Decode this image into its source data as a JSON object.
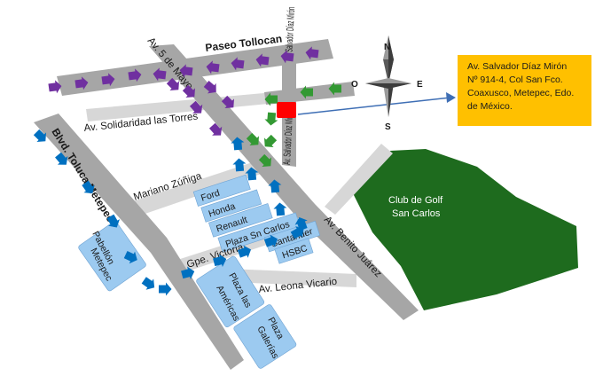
{
  "streets": {
    "paseo_tollocan": "Paseo Tollocan",
    "av_5_de_mayo": "Av. 5 de Mayo",
    "av_salvador_diaz_miron_top": "Av. Salvador Díaz Mirón",
    "av_salvador_diaz_miron_bottom": "Av. Salvador Díaz Mirón",
    "av_solidaridad": "Av. Solidaridad las Torres",
    "blvd_toluca_metepec": "Blvd. Toluca Metepec",
    "mariano_zuniga": "Mariano Zúñiga",
    "gpe_victoria": "Gpe. Victoria",
    "av_benito_juarez": "Av. Benito Juárez",
    "av_leona_vicario": "Av. Leona Vicario"
  },
  "businesses": {
    "ford": "Ford",
    "honda": "Honda",
    "renault": "Renault",
    "plaza_sn_carlos": "Plaza Sn Carlos",
    "santander": "Santander",
    "hsbc": "HSBC",
    "pabellon_line1": "Pabellón",
    "pabellon_line2": "Metepec",
    "plaza_americas_line1": "Plaza las",
    "plaza_americas_line2": "Américas",
    "plaza_galerias_line1": "Plaza",
    "plaza_galerias_line2": "Galerías"
  },
  "golf_club": {
    "line1": "Club de Golf",
    "line2": "San Carlos"
  },
  "compass": {
    "north": "N",
    "south": "S",
    "east": "E",
    "west": "O"
  },
  "address": {
    "lines": [
      "Av. Salvador Díaz Mirón",
      "Nº 914-4, Col San Fco.",
      "Coaxusco, Metepec, Edo.",
      "de México."
    ]
  },
  "colors": {
    "road": "#a6a6a6",
    "road_light": "#d7d7d7",
    "arrow_purple": "#7030a0",
    "arrow_green": "#339933",
    "arrow_blue": "#0070c0",
    "golf_green": "#1e6b1e",
    "business_blue": "#9ccaf0",
    "location_marker": "#ff0000",
    "address_box": "#ffc000"
  }
}
